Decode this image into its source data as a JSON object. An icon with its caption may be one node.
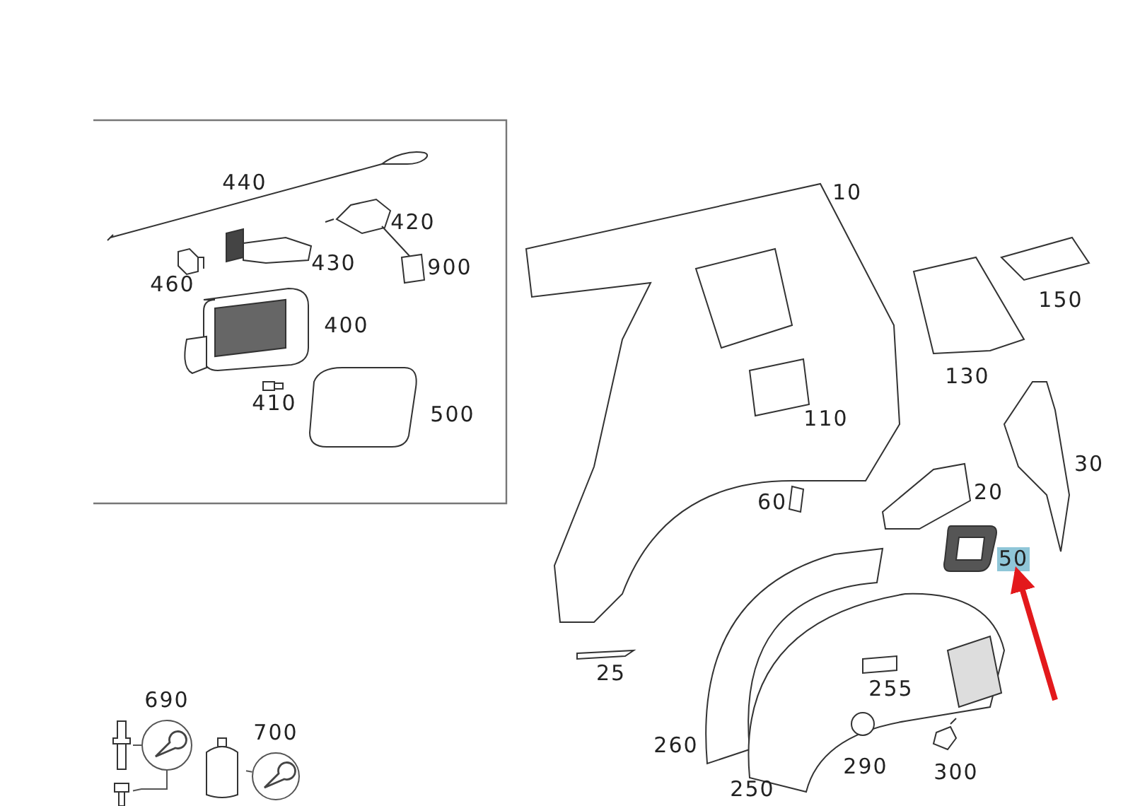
{
  "diagram": {
    "nodes": [
      {
        "text": [
          "50"
        ]
      },
      {
        "text": [],
        "shape": "picture"
      },
      {
        "text": [],
        "shape": "picture"
      },
      {
        "text": [
          "690"
        ]
      },
      {
        "text": [],
        "shape": "picture"
      },
      {
        "text": [
          "700"
        ]
      }
    ],
    "edges": [
      {
        "from": null,
        "to": 0,
        "arrow": "to",
        "style": "thick",
        "color": "#e3191c"
      },
      {
        "from": 1,
        "to": 3,
        "arrow": "none"
      },
      {
        "from": 2,
        "to": 3,
        "arrow": "none"
      },
      {
        "from": 4,
        "to": 5,
        "arrow": "none"
      }
    ],
    "labels": [
      "440",
      "420",
      "430",
      "900",
      "460",
      "400",
      "410",
      "500",
      "10",
      "150",
      "130",
      "110",
      "30",
      "60",
      "20",
      "25",
      "255",
      "260",
      "290",
      "300",
      "250"
    ]
  }
}
